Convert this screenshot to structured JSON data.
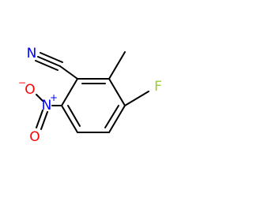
{
  "molecule": {
    "atoms": {
      "nitrile_n": {
        "symbol": "N",
        "color": "#0000ff"
      },
      "fluorine": {
        "symbol": "F",
        "color": "#9acd32"
      },
      "nitro_n": {
        "symbol": "N",
        "color": "#0000ff",
        "charge": "+"
      },
      "nitro_o_top": {
        "symbol": "O",
        "color": "#ff0000",
        "charge": "−"
      },
      "nitro_o_bottom": {
        "symbol": "O",
        "color": "#ff0000"
      }
    },
    "bond_color": "#000000"
  }
}
